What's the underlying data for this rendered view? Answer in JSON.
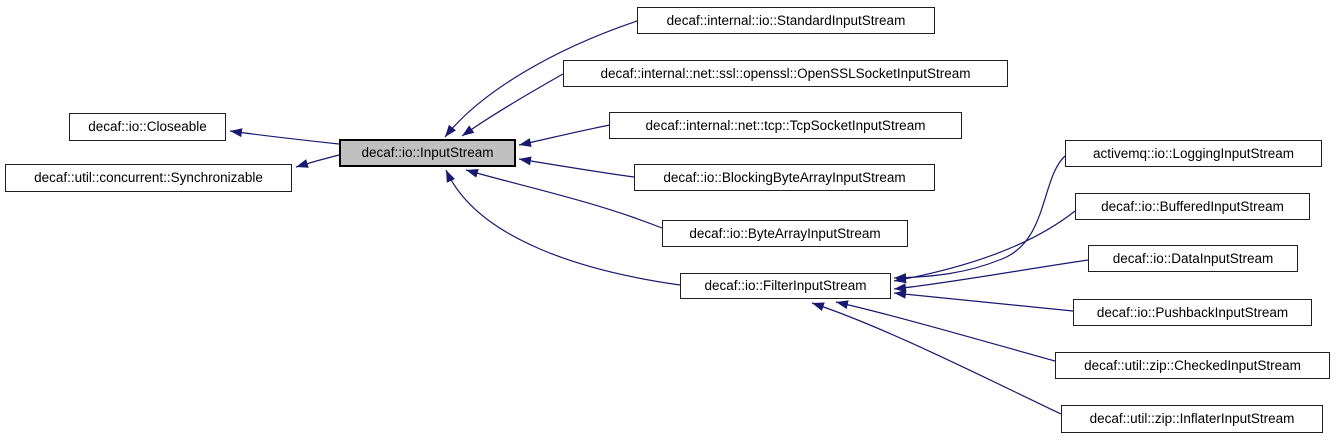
{
  "diagram": {
    "kind": "class-inheritance-graph",
    "selected_node": "decaf::io::InputStream",
    "colors": {
      "background": "#ffffff",
      "edge": "#191970",
      "node_fill": "#ffffff",
      "node_border": "#1f1f1f",
      "selected_node_fill": "#c0c0c0",
      "text": "#000000"
    },
    "nodes": [
      {
        "id": "closeable",
        "label": "decaf::io::Closeable",
        "role": "base"
      },
      {
        "id": "synchronizable",
        "label": "decaf::util::concurrent::Synchronizable",
        "role": "base"
      },
      {
        "id": "inputstream",
        "label": "decaf::io::InputStream",
        "role": "selected"
      },
      {
        "id": "standard",
        "label": "decaf::internal::io::StandardInputStream",
        "role": "derived"
      },
      {
        "id": "openssl",
        "label": "decaf::internal::net::ssl::openssl::OpenSSLSocketInputStream",
        "role": "derived"
      },
      {
        "id": "tcp",
        "label": "decaf::internal::net::tcp::TcpSocketInputStream",
        "role": "derived"
      },
      {
        "id": "blocking",
        "label": "decaf::io::BlockingByteArrayInputStream",
        "role": "derived"
      },
      {
        "id": "bytearray",
        "label": "decaf::io::ByteArrayInputStream",
        "role": "derived"
      },
      {
        "id": "filter",
        "label": "decaf::io::FilterInputStream",
        "role": "derived"
      },
      {
        "id": "logging",
        "label": "activemq::io::LoggingInputStream",
        "role": "derived"
      },
      {
        "id": "buffered",
        "label": "decaf::io::BufferedInputStream",
        "role": "derived"
      },
      {
        "id": "data",
        "label": "decaf::io::DataInputStream",
        "role": "derived"
      },
      {
        "id": "pushback",
        "label": "decaf::io::PushbackInputStream",
        "role": "derived"
      },
      {
        "id": "checked",
        "label": "decaf::util::zip::CheckedInputStream",
        "role": "derived"
      },
      {
        "id": "inflater",
        "label": "decaf::util::zip::InflaterInputStream",
        "role": "derived"
      }
    ],
    "edges": [
      {
        "from": "inputstream",
        "to": "closeable",
        "relation": "inherits"
      },
      {
        "from": "inputstream",
        "to": "synchronizable",
        "relation": "inherits"
      },
      {
        "from": "standard",
        "to": "inputstream",
        "relation": "inherits"
      },
      {
        "from": "openssl",
        "to": "inputstream",
        "relation": "inherits"
      },
      {
        "from": "tcp",
        "to": "inputstream",
        "relation": "inherits"
      },
      {
        "from": "blocking",
        "to": "inputstream",
        "relation": "inherits"
      },
      {
        "from": "bytearray",
        "to": "inputstream",
        "relation": "inherits"
      },
      {
        "from": "filter",
        "to": "inputstream",
        "relation": "inherits"
      },
      {
        "from": "logging",
        "to": "filter",
        "relation": "inherits"
      },
      {
        "from": "buffered",
        "to": "filter",
        "relation": "inherits"
      },
      {
        "from": "data",
        "to": "filter",
        "relation": "inherits"
      },
      {
        "from": "pushback",
        "to": "filter",
        "relation": "inherits"
      },
      {
        "from": "checked",
        "to": "filter",
        "relation": "inherits"
      },
      {
        "from": "inflater",
        "to": "filter",
        "relation": "inherits"
      }
    ]
  }
}
